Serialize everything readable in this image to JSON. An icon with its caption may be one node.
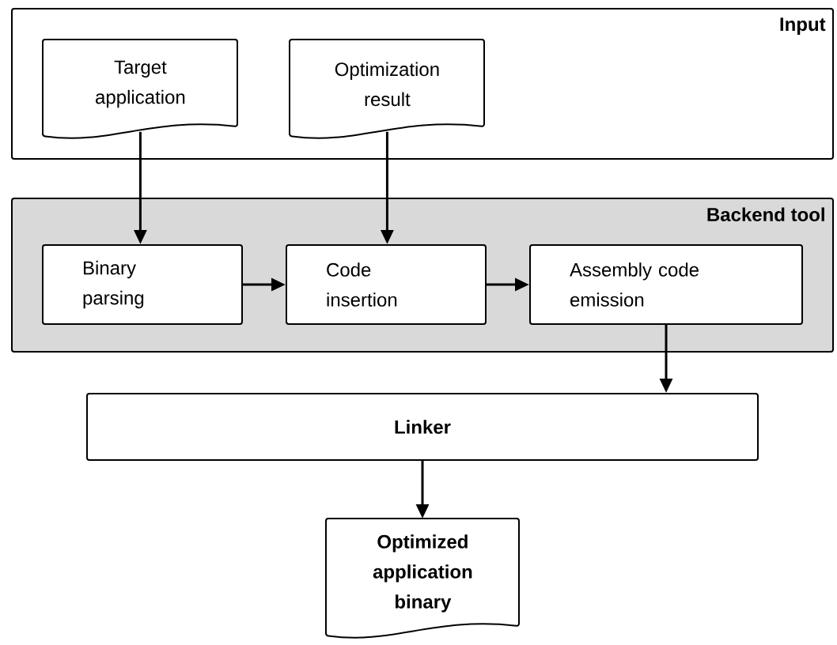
{
  "diagram": {
    "nodes": [
      {
        "text": [
          "Input"
        ]
      },
      {
        "text": [
          "Target application"
        ],
        "in": 0
      },
      {
        "text": [
          "Optimization result"
        ],
        "in": 0
      },
      {
        "text": [
          "Backend tool"
        ]
      },
      {
        "text": [
          "Binary parsing"
        ],
        "in": 3
      },
      {
        "text": [
          "Code insertion"
        ],
        "in": 3
      },
      {
        "text": [
          "Assembly code emission"
        ],
        "in": 3
      },
      {
        "text": [
          "Linker"
        ]
      },
      {
        "text": [
          "Optimized application binary"
        ]
      }
    ],
    "edges": [
      {
        "from": 1,
        "to": 4,
        "arrow": "to"
      },
      {
        "from": 2,
        "to": 5,
        "arrow": "to"
      },
      {
        "from": 4,
        "to": 5,
        "arrow": "to"
      },
      {
        "from": 5,
        "to": 6,
        "arrow": "to"
      },
      {
        "from": 6,
        "to": 7,
        "arrow": "to"
      },
      {
        "from": 7,
        "to": 8,
        "arrow": "to"
      }
    ]
  }
}
